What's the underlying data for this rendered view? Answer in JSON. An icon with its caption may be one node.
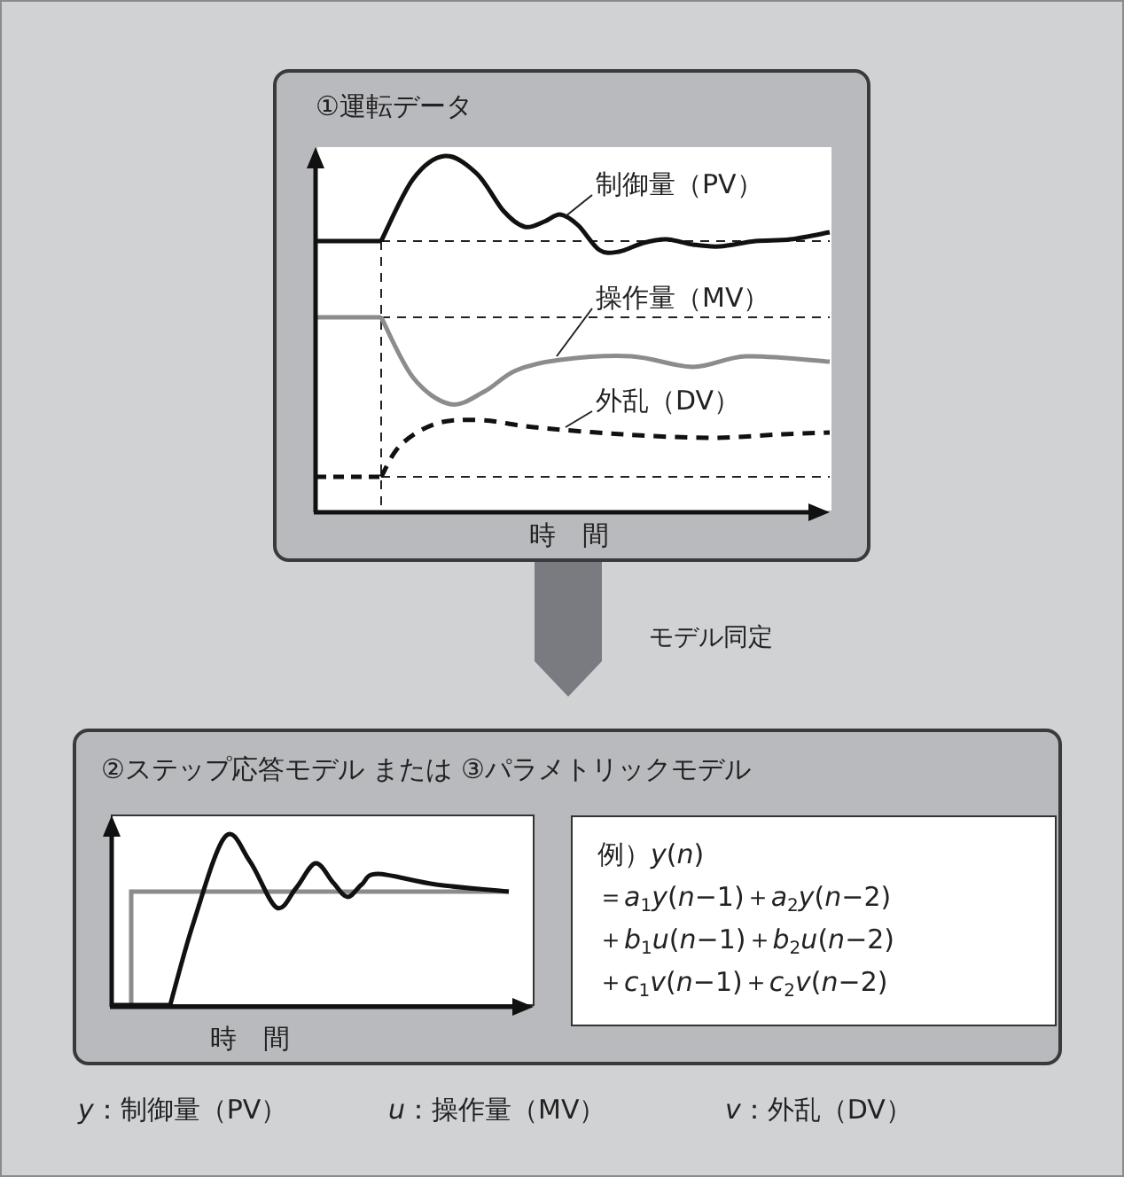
{
  "diagram": {
    "nodes": [
      {
        "text": [
          "①運転データ"
        ]
      },
      {
        "text": [
          "制御量（PV）"
        ],
        "in": 0
      },
      {
        "text": [
          "操作量（MV）"
        ],
        "in": 0
      },
      {
        "text": [
          "外乱（DV）"
        ],
        "in": 0
      },
      {
        "text": [
          "②ステップ応答モデル または ③パラメトリックモデル"
        ]
      },
      {
        "text": [
          "例）*y*(*n*)",
          "＝*a*$_{1}$*y*(*n*−1)＋*a*$_{2}$*y*(*n*−2)",
          "＋*b*$_{1}$*u*(*n*−1)＋*b*$_{2}$*u*(*n*−2)",
          "＋*c*$_{1}$*v*(*n*−1)＋*c*$_{2}$*v*(*n*−2)"
        ],
        "in": 4
      }
    ],
    "edges": [
      {
        "from": 0,
        "to": 4,
        "arrow": "to",
        "label": "モデル同定",
        "style": "thick",
        "color": "#7a7b80"
      },
      {
        "from": 1,
        "to": null,
        "arrow": "none"
      },
      {
        "from": 2,
        "to": null,
        "arrow": "none"
      },
      {
        "from": 3,
        "to": null,
        "arrow": "none"
      }
    ],
    "labels": [
      "時　間",
      "時　間",
      "*y*：制御量（PV）",
      "*u*：操作量（MV）",
      "*v*：外乱（DV）"
    ]
  }
}
